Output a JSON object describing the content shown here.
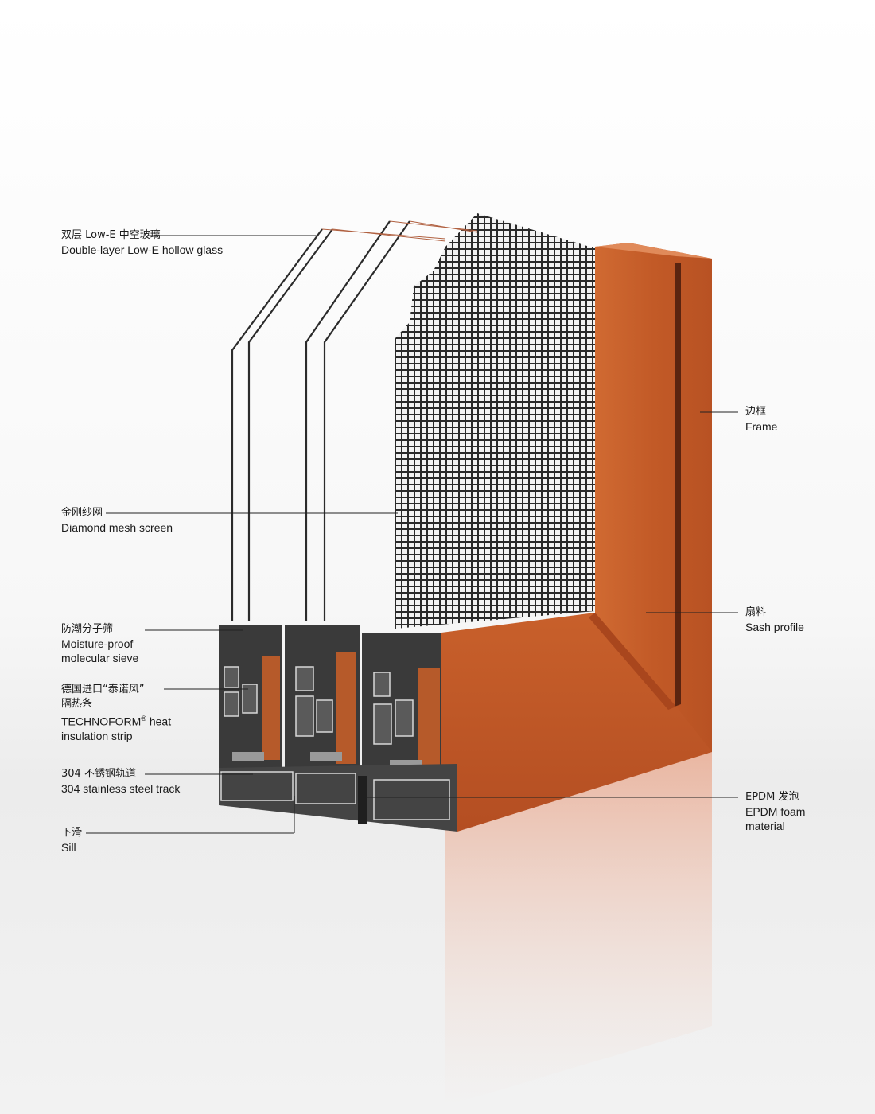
{
  "labels": {
    "glass": {
      "cn": "双层 Low-E 中空玻璃",
      "en": "Double-layer Low-E hollow glass"
    },
    "mesh": {
      "cn": "金刚纱网",
      "en": "Diamond mesh screen"
    },
    "sieve": {
      "cn": "防潮分子筛",
      "en1": "Moisture-proof",
      "en2": "molecular sieve"
    },
    "strip": {
      "cn1": "德国进口“泰诺风”",
      "cn2": "隔热条",
      "en1a": "TECHNOFORM",
      "en1sup": "®",
      "en1b": " heat",
      "en2": "insulation strip"
    },
    "track": {
      "cn": "304 不锈钢轨道",
      "en": "304 stainless steel track"
    },
    "sill": {
      "cn": "下滑",
      "en": "Sill"
    },
    "frame": {
      "cn": "边框",
      "en": "Frame"
    },
    "sash": {
      "cn": "扇料",
      "en": "Sash profile"
    },
    "epdm": {
      "cn": "EPDM 发泡",
      "en1": "EPDM foam",
      "en2": "material"
    }
  },
  "colors": {
    "wood": "#c9642f",
    "wood_dark": "#9a4420",
    "aluminum": "#3a3a3a",
    "mesh": "#2a2a2a",
    "leader": "#222222"
  }
}
